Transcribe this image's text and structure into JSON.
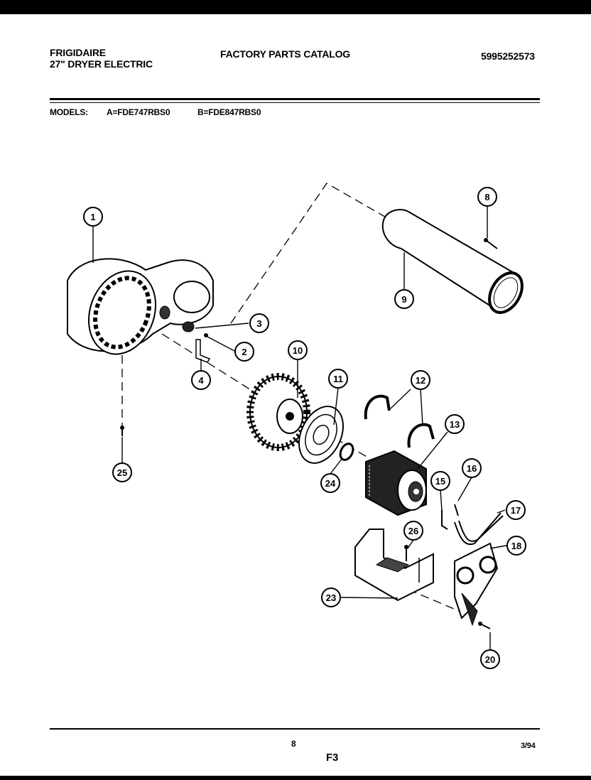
{
  "header": {
    "brand": "FRIGIDAIRE",
    "product": "27\" DRYER ELECTRIC",
    "catalog_title": "FACTORY PARTS CATALOG",
    "catalog_number": "5995252573"
  },
  "models": {
    "label": "MODELS:",
    "model_a": "A=FDE747RBS0",
    "model_b": "B=FDE847RBS0"
  },
  "callouts": {
    "c1": "1",
    "c2": "2",
    "c3": "3",
    "c4": "4",
    "c8": "8",
    "c9": "9",
    "c10": "10",
    "c11": "11",
    "c12": "12",
    "c13": "13",
    "c15": "15",
    "c16": "16",
    "c17": "17",
    "c18": "18",
    "c20": "20",
    "c23": "23",
    "c24": "24",
    "c25": "25",
    "c26": "26"
  },
  "footer": {
    "page_number": "8",
    "figure": "F3",
    "date": "3/94"
  }
}
